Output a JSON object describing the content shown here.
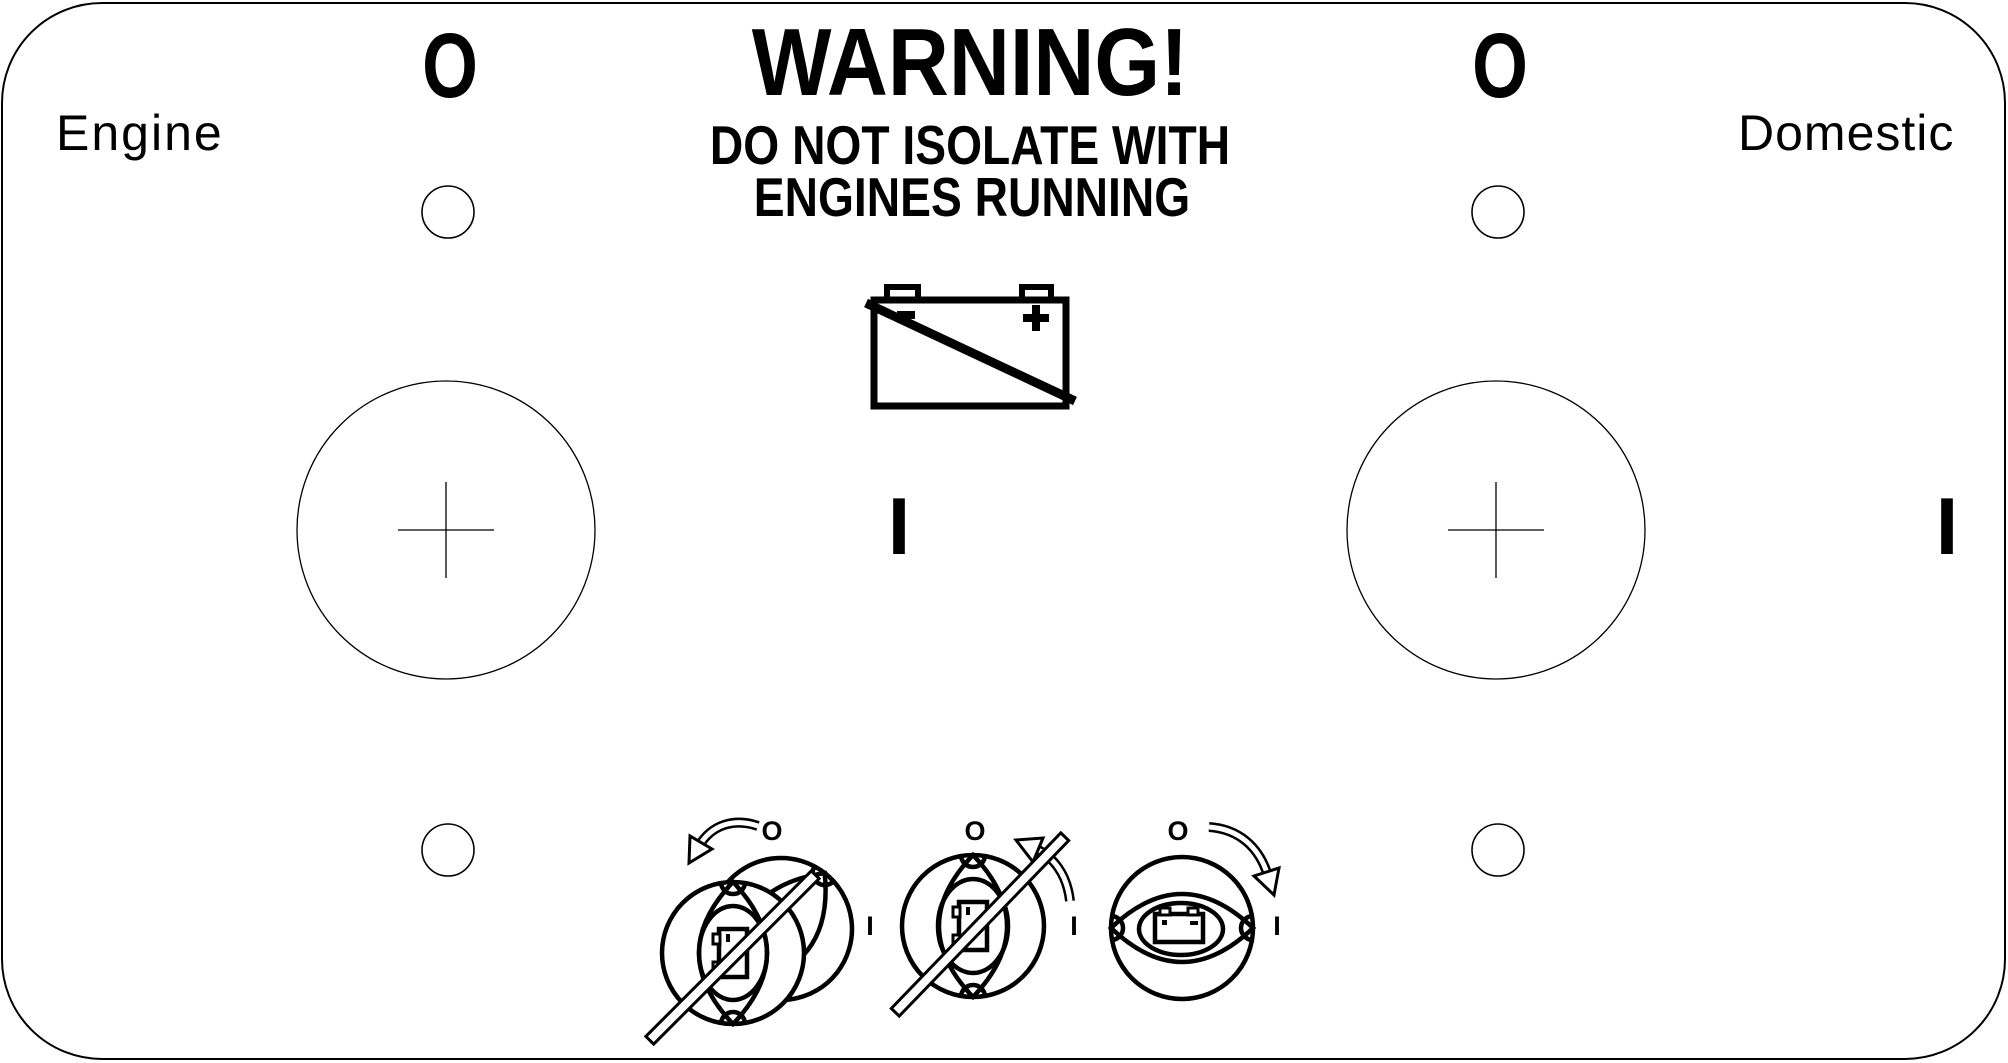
{
  "colors": {
    "background": "#ffffff",
    "ink": "#000000"
  },
  "panel": {
    "left_switch": {
      "label": "Engine",
      "off": "O",
      "on": "I"
    },
    "right_switch": {
      "label": "Domestic",
      "off": "O",
      "on": "I"
    }
  },
  "warning": {
    "title": "WARNING!",
    "line1": "DO NOT ISOLATE WITH",
    "line2": "ENGINES RUNNING"
  },
  "icons": {
    "center": "crossed-out-battery-icon",
    "legend1": "do-not-turn-counterclockwise-icon",
    "legend2": "do-not-turn-clockwise-icon",
    "legend3": "turn-clockwise-to-on-icon"
  },
  "legend": [
    {
      "off": "O",
      "on": "I"
    },
    {
      "off": "O",
      "on": "I"
    },
    {
      "off": "O",
      "on": "I"
    }
  ]
}
